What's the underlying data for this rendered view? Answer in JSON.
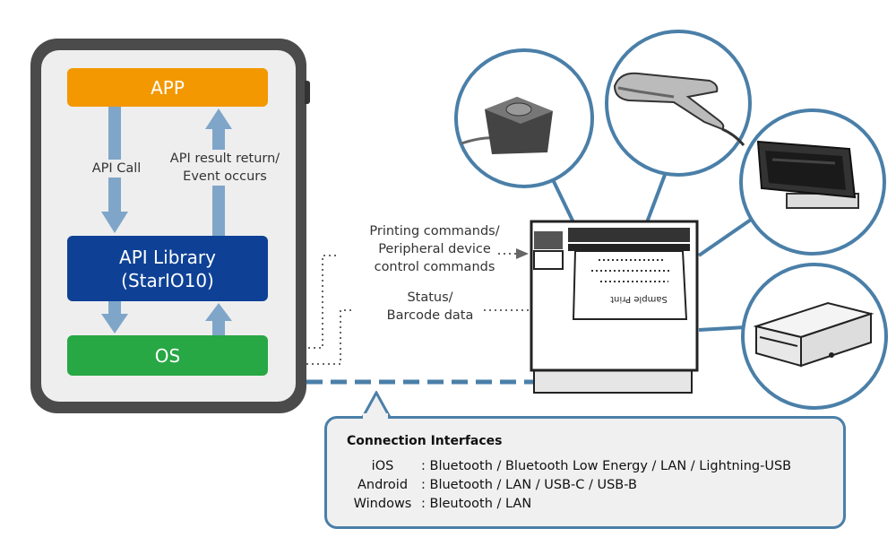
{
  "app": {
    "app_label": "APP",
    "api_library_label": "API Library\n(StarIO10)",
    "os_label": "OS"
  },
  "flows": {
    "api_call": "API Call",
    "api_result": "API result return/\nEvent occurs",
    "printing_commands": "Printing commands/\nPeripheral device\ncontrol commands",
    "status": "Status/\nBarcode data"
  },
  "printer": {
    "paper_text": "Sample Print"
  },
  "connection": {
    "title": "Connection Interfaces",
    "rows": [
      {
        "os": "iOS",
        "value": ": Bluetooth / Bluetooth Low Energy / LAN / Lightning-USB"
      },
      {
        "os": "Android",
        "value": ": Bluetooth / LAN / USB-C / USB-B"
      },
      {
        "os": "Windows",
        "value": ": Bleutooth / LAN"
      }
    ]
  },
  "peripherals": {
    "device_icons": [
      "buzzer-icon",
      "barcode-scanner-icon",
      "customer-display-icon",
      "cash-drawer-icon"
    ]
  },
  "colors": {
    "app": "#f39800",
    "api_library": "#0e4196",
    "os": "#28a745",
    "arrow": "#7fa6c9",
    "accent_line": "#4a7fa8"
  }
}
